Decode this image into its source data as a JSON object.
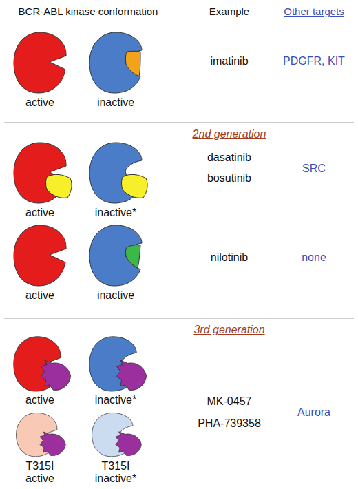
{
  "diagram": {
    "labels": [
      "BCR-ABL kinase conformation",
      "Example",
      "Other targets",
      "active",
      "inactive",
      "imatinib",
      "PDGFR, KIT",
      "2nd generation",
      "active",
      "inactive*",
      "dasatinib",
      "bosutinib",
      "SRC",
      "active",
      "inactive",
      "nilotinib",
      "none",
      "3rd generation",
      "active",
      "inactive*",
      "MK-0457",
      "PHA-739358",
      "Aurora",
      "T315I active",
      "T315I inactive*"
    ]
  }
}
